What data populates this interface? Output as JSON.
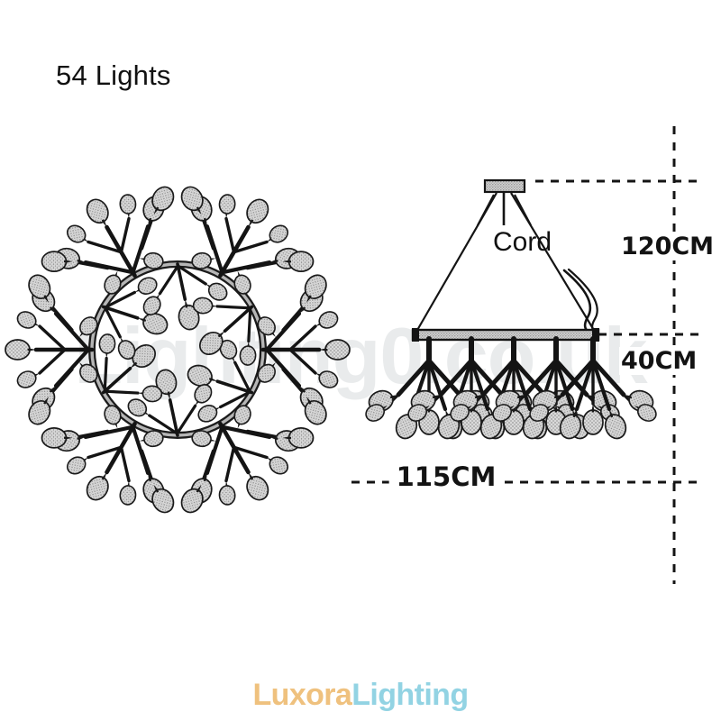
{
  "page": {
    "background_color": "#ffffff",
    "watermark_text": "Lighting0.co.uk",
    "watermark_color": "#e9ebec"
  },
  "title": "54 Lights",
  "labels": {
    "cord": "Cord"
  },
  "dimensions": {
    "height": "120CM",
    "drop": "40CM",
    "width": "115CM"
  },
  "brand": {
    "part_one": "Luxora",
    "part_one_color": "#efc17e",
    "part_two": "Lighting",
    "part_two_color": "#92d3e3"
  },
  "diagram": {
    "line_color": "#141414",
    "bulb_fill": "#d9d9d9",
    "bulb_stroke": "#1a1a1a",
    "hardware_fill": "#c9c9c9",
    "views": [
      {
        "name": "top-view",
        "description": "circular ring with six radiating branch clusters"
      },
      {
        "name": "side-view",
        "description": "canopy, suspension cords, horizontal bar, five hanging branch clusters"
      }
    ],
    "bulb_count": 54,
    "top_view_branches": 6,
    "side_view_branches": 5
  }
}
